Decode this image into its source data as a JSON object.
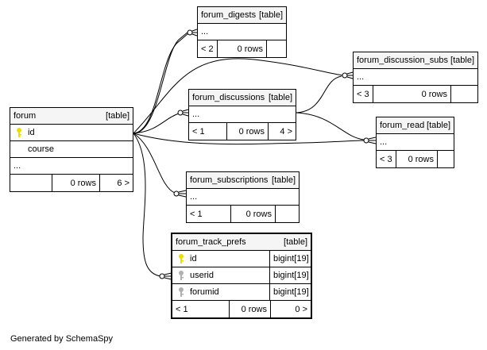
{
  "footer": "Generated by SchemaSpy",
  "tables": {
    "forum": {
      "name": "forum",
      "tag": "[table]",
      "columns": [
        {
          "name": "id",
          "key": "primary"
        },
        {
          "name": "course",
          "key": ""
        }
      ],
      "more": "...",
      "footer": [
        "",
        "0 rows",
        "6 >"
      ]
    },
    "forum_digests": {
      "name": "forum_digests",
      "tag": "[table]",
      "more": "...",
      "footer": [
        "< 2",
        "0 rows",
        ""
      ]
    },
    "forum_discussion_subs": {
      "name": "forum_discussion_subs",
      "tag": "[table]",
      "more": "...",
      "footer": [
        "< 3",
        "0 rows",
        ""
      ]
    },
    "forum_discussions": {
      "name": "forum_discussions",
      "tag": "[table]",
      "more": "...",
      "footer": [
        "< 1",
        "0 rows",
        "4 >"
      ]
    },
    "forum_read": {
      "name": "forum_read",
      "tag": "[table]",
      "more": "...",
      "footer": [
        "< 3",
        "0 rows",
        ""
      ]
    },
    "forum_subscriptions": {
      "name": "forum_subscriptions",
      "tag": "[table]",
      "more": "...",
      "footer": [
        "< 1",
        "0 rows",
        ""
      ]
    },
    "forum_track_prefs": {
      "name": "forum_track_prefs",
      "tag": "[table]",
      "columns": [
        {
          "name": "id",
          "key": "primary",
          "type": "bigint[19]"
        },
        {
          "name": "userid",
          "key": "foreign",
          "type": "bigint[19]"
        },
        {
          "name": "forumid",
          "key": "foreign",
          "type": "bigint[19]"
        }
      ],
      "footer": [
        "< 1",
        "0 rows",
        "0 >"
      ]
    }
  },
  "colors": {
    "primary_key": "#e8e000",
    "foreign_key": "#b0b0b0",
    "header_bg": "#f5f5f5"
  }
}
